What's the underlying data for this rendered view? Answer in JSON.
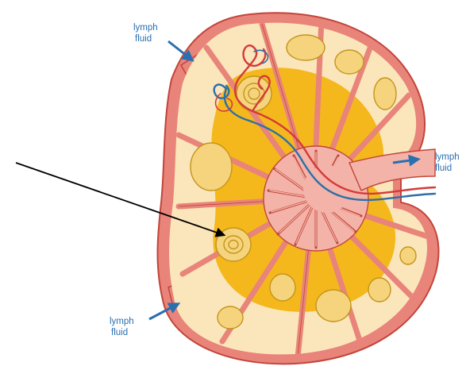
{
  "labels": {
    "top_left": [
      "lymph",
      "fluid"
    ],
    "right": [
      "lymph",
      "fluid"
    ],
    "bottom_left": [
      "lymph",
      "fluid"
    ]
  },
  "colors": {
    "capsule": "#e8847a",
    "capsule_stroke": "#c2453a",
    "cortex": "#fbe5bb",
    "paracortex": "#f4b81c",
    "follicle": "#f6d47e",
    "medulla": "#f3b3a8",
    "artery": "#d43a3a",
    "vein": "#2e6fa8",
    "label_text": "#2a6fb0",
    "pointer_arrow": "#000000"
  }
}
